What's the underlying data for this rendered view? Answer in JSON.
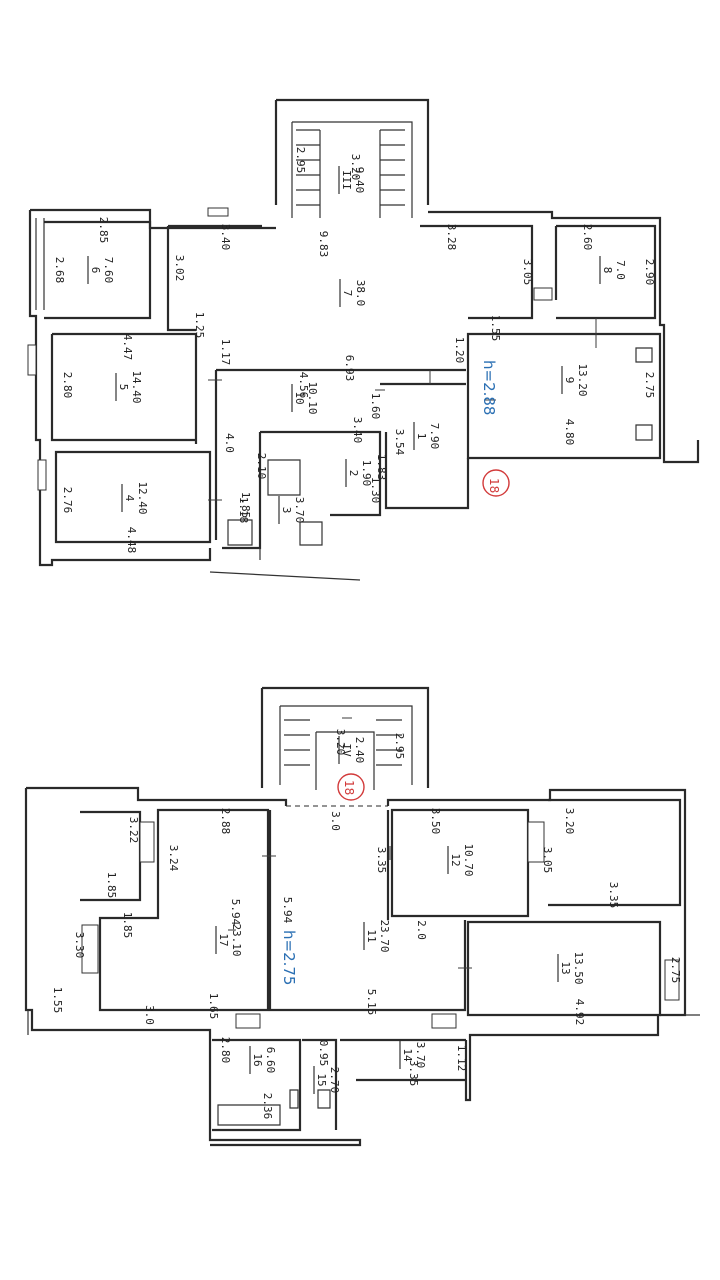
{
  "floors": [
    {
      "height_label": "h=2.88",
      "stamp": "18",
      "rooms": [
        {
          "id": "room-1",
          "num": "1",
          "area": "7.90"
        },
        {
          "id": "room-2",
          "num": "2",
          "area": "1.90"
        },
        {
          "id": "room-3",
          "num": "3",
          "area": "3.70"
        },
        {
          "id": "room-4",
          "num": "4",
          "area": "12.40"
        },
        {
          "id": "room-5",
          "num": "5",
          "area": "14.40"
        },
        {
          "id": "room-6",
          "num": "6",
          "area": "7.60"
        },
        {
          "id": "room-7",
          "num": "7",
          "area": "38.0"
        },
        {
          "id": "room-8",
          "num": "8",
          "area": "7.0"
        },
        {
          "id": "room-9",
          "num": "9",
          "area": "13.20"
        },
        {
          "id": "room-10",
          "num": "10",
          "area": "10.10"
        },
        {
          "id": "room-III",
          "num": "III",
          "area": "9.40"
        }
      ],
      "dims": [
        "2.85",
        "2.68",
        "3.40",
        "3.02",
        "9.83",
        "3.28",
        "3.05",
        "2.60",
        "2.90",
        "3.20",
        "2.95",
        "1.25",
        "4.47",
        "1.17",
        "2.80",
        "6.93",
        "4.56",
        "1.55",
        "1.20",
        "2.75",
        "4.80",
        "1.60",
        "3.40",
        "3.54",
        "1.83",
        "1.30",
        "2.76",
        "4.0",
        "2.10",
        "1.85",
        "1.18",
        "4.48"
      ]
    },
    {
      "height_label": "h=2.75",
      "stamp": "18",
      "rooms": [
        {
          "id": "room-11",
          "num": "11",
          "area": "23.70"
        },
        {
          "id": "room-12",
          "num": "12",
          "area": "10.70"
        },
        {
          "id": "room-13",
          "num": "13",
          "area": "13.50"
        },
        {
          "id": "room-14",
          "num": "14",
          "area": "3.70"
        },
        {
          "id": "room-15",
          "num": "15",
          "area": "2.70"
        },
        {
          "id": "room-16",
          "num": "16",
          "area": "6.60"
        },
        {
          "id": "room-17",
          "num": "17",
          "area": "23.10"
        },
        {
          "id": "room-IV",
          "num": "IV",
          "area": "2.40"
        }
      ],
      "dims": [
        "3.20",
        "2.95",
        "2.88",
        "3.0",
        "3.50",
        "3.20",
        "3.22",
        "3.24",
        "3.35",
        "3.05",
        "1.85",
        "5.94",
        "5.94",
        "1.85",
        "2.0",
        "3.30",
        "3.35",
        "1.55",
        "1.65",
        "5.15",
        "2.75",
        "4.92",
        "3.0",
        "2.80",
        "0.95",
        "1.12",
        "3.35",
        "2.36"
      ]
    }
  ]
}
